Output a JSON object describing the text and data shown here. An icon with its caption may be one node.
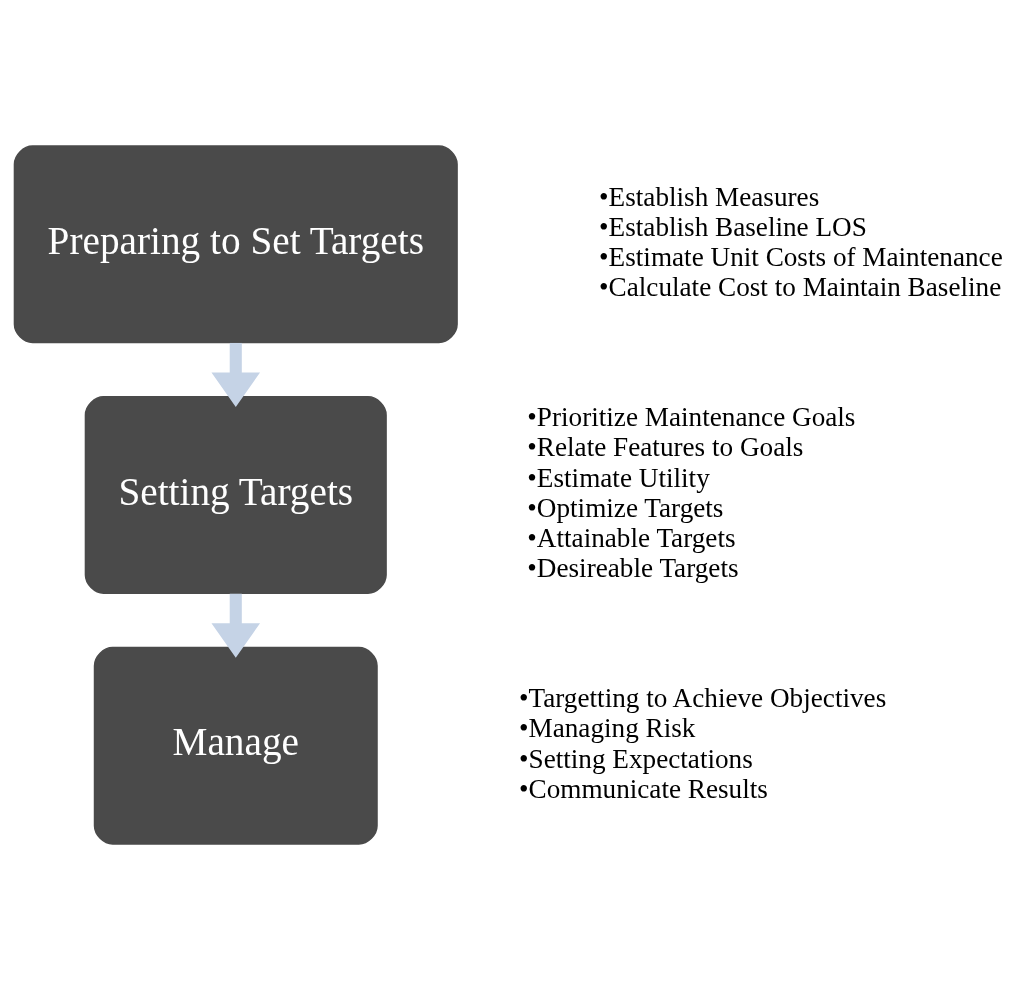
{
  "diagram": {
    "nodes": [
      {
        "text": [
          "Preparing to Set Targets"
        ],
        "beside": [
          "•Establish Measures",
          "•Establish Baseline LOS",
          "•Estimate Unit Costs of Maintenance",
          "•Calculate Cost to Maintain Baseline"
        ]
      },
      {
        "text": [
          "Setting Targets"
        ],
        "beside": [
          "•Prioritize Maintenance Goals",
          "•Relate Features to Goals",
          "•Estimate Utility",
          "•Optimize Targets",
          "•Attainable Targets",
          "•Desireable Targets"
        ]
      },
      {
        "text": [
          "Manage"
        ],
        "beside": [
          "•Targetting to Achieve Objectives",
          "•Managing Risk",
          "•Setting Expectations",
          "•Communicate Results"
        ]
      }
    ],
    "edges": [
      {
        "from": 0,
        "to": 1,
        "arrow": "to"
      },
      {
        "from": 1,
        "to": 2,
        "arrow": "to"
      }
    ]
  }
}
